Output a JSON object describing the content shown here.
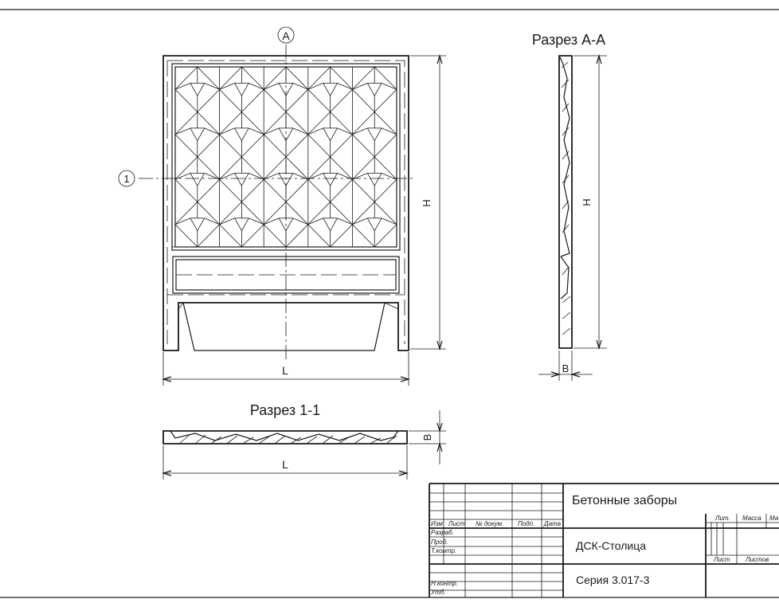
{
  "sections": {
    "a_a": "Разрез А-А",
    "one_one": "Разрез 1-1"
  },
  "markers": {
    "axis_a": "A",
    "axis_1": "1"
  },
  "dimensions": {
    "front_height": "H",
    "front_length": "L",
    "side_height": "H",
    "side_thickness": "B",
    "plan_length": "L",
    "plan_thickness": "B"
  },
  "title_block": {
    "title": "Бетонные заборы",
    "organization": "ДСК-Столица",
    "series": "Серия 3.017-3",
    "columns": [
      "Изм",
      "Лист",
      "№ докум.",
      "Подп.",
      "Дата"
    ],
    "rows": [
      "Разраб.",
      "Проб.",
      "Т.контр.",
      "",
      "Н.контр.",
      "Утб."
    ],
    "right_header": [
      "Лит.",
      "Масса",
      "Ма"
    ],
    "sheet_labels": [
      "Лист",
      "Листов"
    ]
  }
}
